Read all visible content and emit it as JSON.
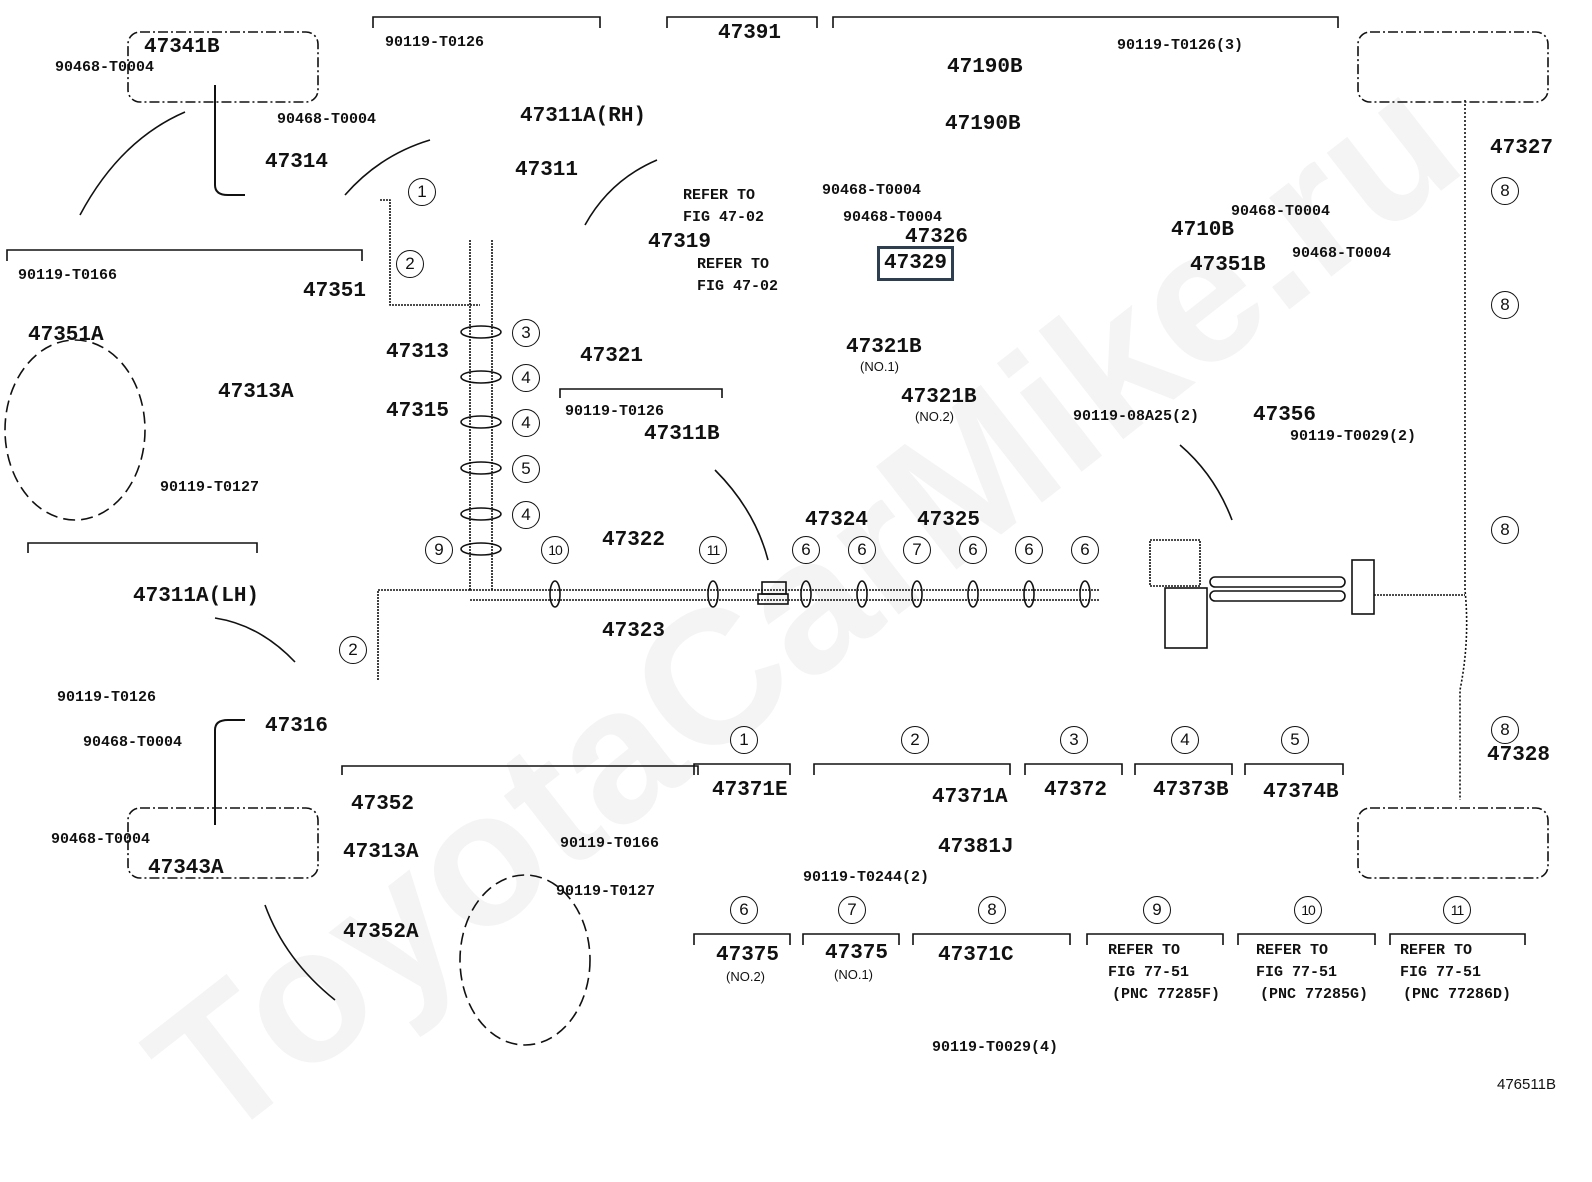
{
  "watermark": "ToyotaCarMike.ru",
  "figure_id": "476511B",
  "highlighted_part": "47329",
  "parts": {
    "p47341B": "47341B",
    "p90468_a": "90468-T0004",
    "p90468_b": "90468-T0004",
    "p47314": "47314",
    "p90119_T0126_top": "90119-T0126",
    "p47311A_RH": "47311A(RH)",
    "p47391": "47391",
    "p47391_ref1": "REFER TO",
    "p47391_ref2": "FIG 47-02",
    "p47311": "47311",
    "p47319": "47319",
    "p47319_ref1": "REFER TO",
    "p47319_ref2": "FIG 47-02",
    "p90119_T0166_top": "90119-T0166",
    "p47351": "47351",
    "p47351A": "47351A",
    "p47313A_top": "47313A",
    "p90119_T0127_top": "90119-T0127",
    "p47313": "47313",
    "p47321": "47321",
    "p47315": "47315",
    "p90119_T0126_mid": "90119-T0126",
    "p47311B": "47311B",
    "p47322": "47322",
    "p47323": "47323",
    "p47324": "47324",
    "p47325": "47325",
    "p47190B_1": "47190B",
    "p47190B_2": "47190B",
    "p90119_T0126_3": "90119-T0126(3)",
    "p90468_c": "90468-T0004",
    "p90468_d": "90468-T0004",
    "p47326": "47326",
    "p47329": "47329",
    "p4710B": "4710B",
    "p47351B": "47351B",
    "p90468_e": "90468-T0004",
    "p90468_f": "90468-T0004",
    "p47321B_1": "47321B",
    "p47321B_1_note": "(NO.1)",
    "p47321B_2": "47321B",
    "p47321B_2_note": "(NO.2)",
    "p90119_08A25": "90119-08A25(2)",
    "p47356": "47356",
    "p90119_T0029_2": "90119-T0029(2)",
    "p47327": "47327",
    "p47328": "47328",
    "p47311A_LH": "47311A(LH)",
    "p90119_T0126_low": "90119-T0126",
    "p47316": "47316",
    "p90468_g": "90468-T0004",
    "p90468_h": "90468-T0004",
    "p47343A": "47343A",
    "p47352": "47352",
    "p90119_T0166_low": "90119-T0166",
    "p47313A_low": "47313A",
    "p90119_T0127_low": "90119-T0127",
    "p47352A": "47352A"
  },
  "callouts_on_diagram": [
    "1",
    "2",
    "3",
    "4",
    "4",
    "5",
    "4",
    "9",
    "10",
    "11",
    "6",
    "6",
    "7",
    "6",
    "6",
    "6",
    "2",
    "8",
    "8",
    "8",
    "8"
  ],
  "legend": [
    {
      "num": "1",
      "parts": [
        "47371E"
      ]
    },
    {
      "num": "2",
      "parts": [
        "47371A",
        "47381J",
        "90119-T0244(2)"
      ]
    },
    {
      "num": "3",
      "parts": [
        "47372"
      ]
    },
    {
      "num": "4",
      "parts": [
        "47373B"
      ]
    },
    {
      "num": "5",
      "parts": [
        "47374B"
      ]
    },
    {
      "num": "6",
      "parts": [
        "47375"
      ],
      "note": "(NO.2)"
    },
    {
      "num": "7",
      "parts": [
        "47375"
      ],
      "note": "(NO.1)"
    },
    {
      "num": "8",
      "parts": [
        "47371C",
        "90119-T0029(4)"
      ]
    },
    {
      "num": "9",
      "refer": [
        "REFER TO",
        "FIG 77-51",
        "(PNC 77285F)"
      ]
    },
    {
      "num": "10",
      "refer": [
        "REFER TO",
        "FIG 77-51",
        "(PNC 77285G)"
      ]
    },
    {
      "num": "11",
      "refer": [
        "REFER TO",
        "FIG 77-51",
        "(PNC 77286D)"
      ]
    }
  ],
  "colors": {
    "ink": "#111111",
    "highlight_border": "#2c3e50",
    "background": "#ffffff"
  }
}
